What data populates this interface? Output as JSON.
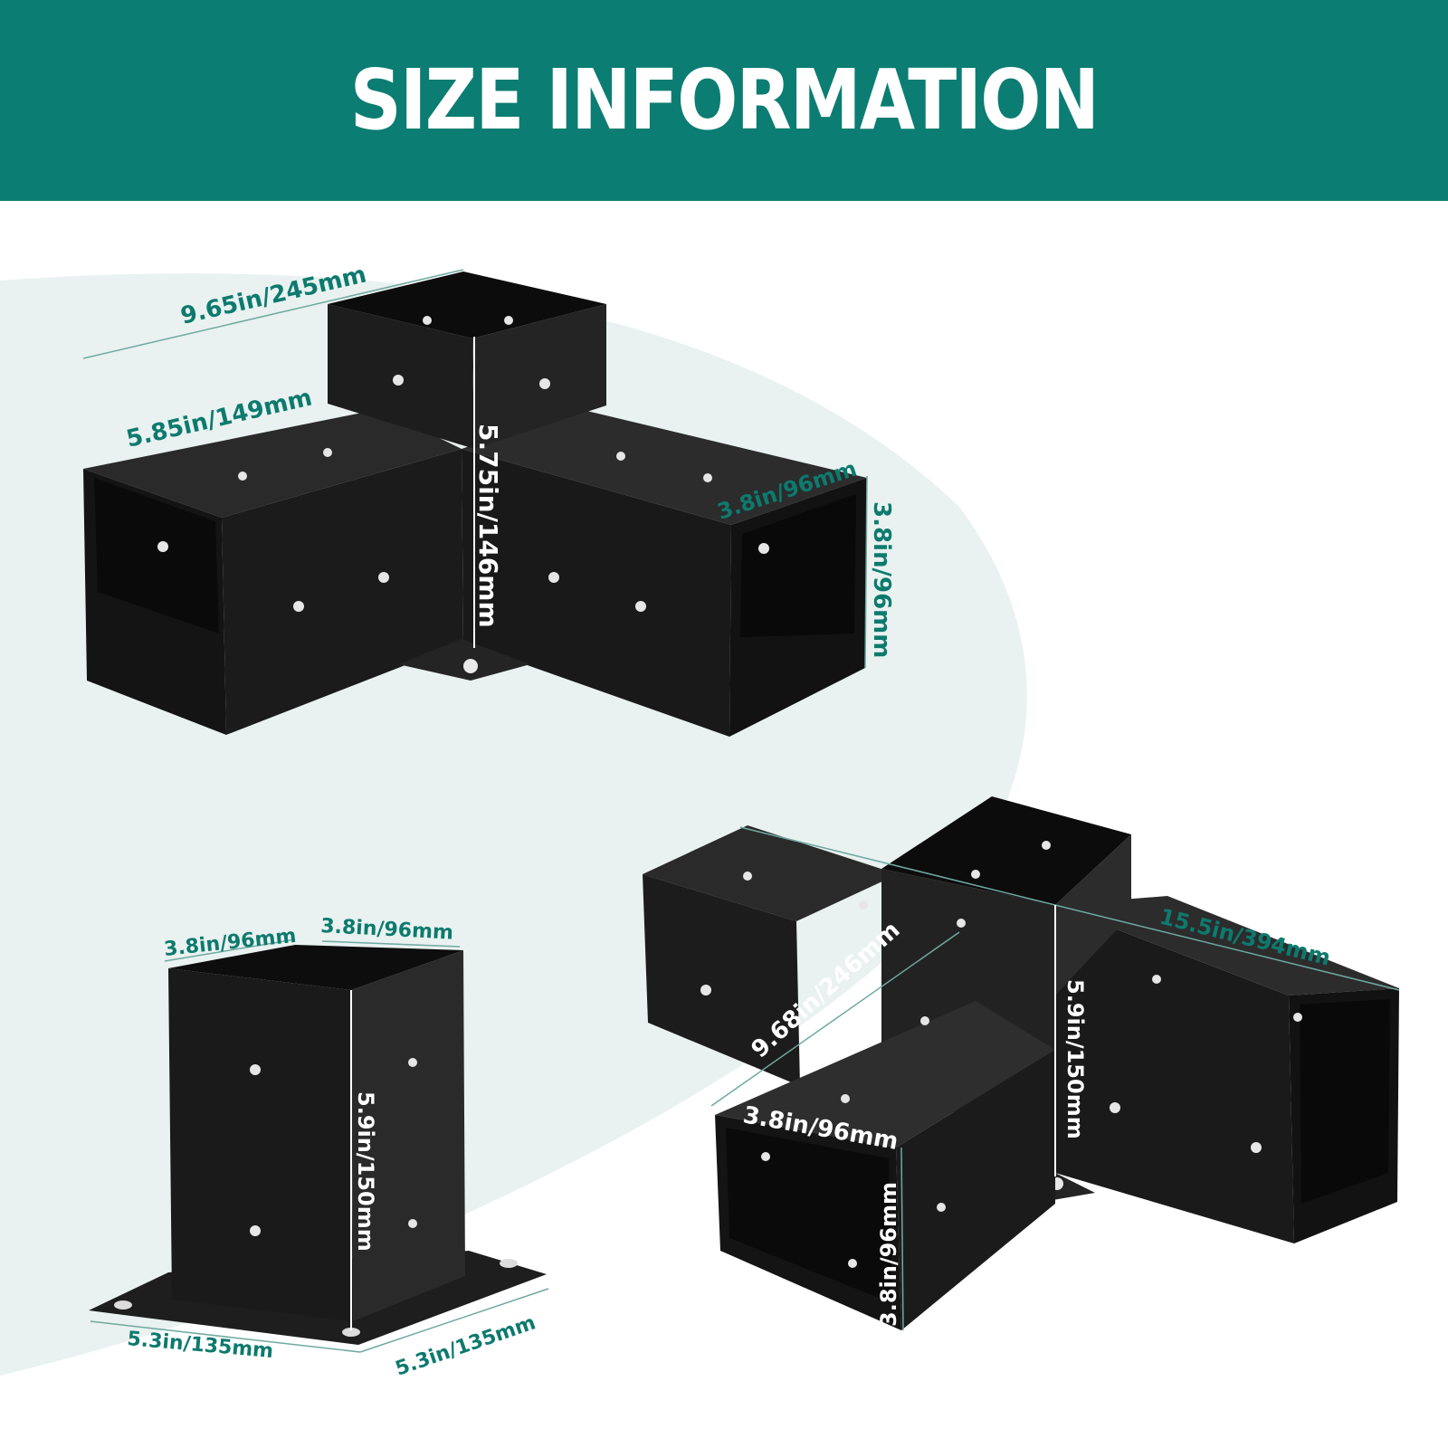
{
  "header": {
    "title": "SIZE INFORMATION"
  },
  "colors": {
    "banner": "#0c7d72",
    "accent": "#0d7a6e",
    "bracket": "#1a1a1a"
  },
  "bracket_3way": {
    "overall_width": "9.65in/245mm",
    "arm_length": "5.85in/149mm",
    "height": "5.75in/146mm",
    "opening_width": "3.8in/96mm",
    "opening_height": "3.8in/96mm"
  },
  "post_base": {
    "width_left": "3.8in/96mm",
    "width_right": "3.8in/96mm",
    "height": "5.9in/150mm",
    "plate_left": "5.3in/135mm",
    "plate_right": "5.3in/135mm"
  },
  "bracket_4way": {
    "diagonal_length": "9.68in/246mm",
    "overall_length": "15.5in/394mm",
    "height": "5.9in/150mm",
    "opening_width": "3.8in/96mm",
    "opening_height": "3.8in/96mm"
  }
}
